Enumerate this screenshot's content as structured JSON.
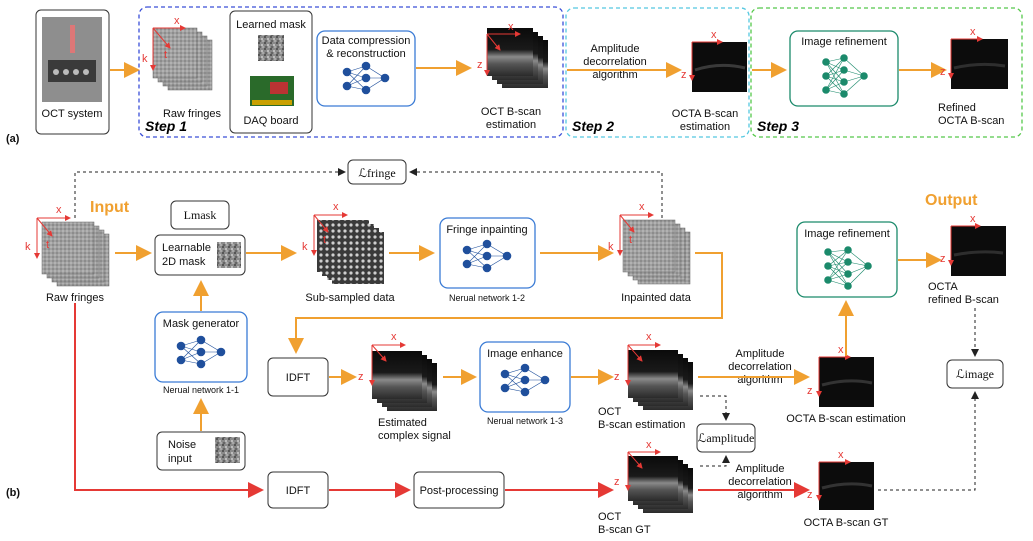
{
  "part_a": {
    "label": "(a)",
    "oct_system": "OCT system",
    "raw_fringes": "Raw fringes",
    "learned_mask": "Learned mask",
    "daq_board": "DAQ board",
    "data_compression_line1": "Data compression",
    "data_compression_line2": "& reconstruction",
    "oct_bscan_est_line1": "OCT B-scan",
    "oct_bscan_est_line2": "estimation",
    "amp_line1": "Amplitude",
    "amp_line2": "decorrelation",
    "amp_line3": "algorithm",
    "octa_bscan_est_line1": "OCTA B-scan",
    "octa_bscan_est_line2": "estimation",
    "image_refinement": "Image refinement",
    "refined_line1": "Refined",
    "refined_line2": "OCTA B-scan",
    "step1": "Step 1",
    "step2": "Step 2",
    "step3": "Step 3"
  },
  "part_b": {
    "label": "(b)",
    "input": "Input",
    "output": "Output",
    "raw_fringes": "Raw fringes",
    "lmask": "Lmask",
    "learnable_line1": "Learnable",
    "learnable_line2": "2D mask",
    "subsampled": "Sub-sampled data",
    "fringe_inpainting": "Fringe inpainting",
    "nn12": "Nerual network 1-2",
    "inpainted": "Inpainted data",
    "lfringe": "ℒfringe",
    "image_refinement": "Image refinement",
    "octa_refined_line1": "OCTA",
    "octa_refined_line2": "refined B-scan",
    "mask_generator": "Mask generator",
    "nn11": "Nerual network 1-1",
    "noise_line1": "Noise",
    "noise_line2": "input",
    "idft": "IDFT",
    "est_complex_line1": "Estimated",
    "est_complex_line2": "complex signal",
    "image_enhance": "Image enhance",
    "nn13": "Nerual network 1-3",
    "oct_bscan_est_line1": "OCT",
    "oct_bscan_est_line2": "B-scan estimation",
    "amp_line1": "Amplitude",
    "amp_line2": "decorrelation",
    "amp_line3": "algorithm",
    "octa_bscan_est": "OCTA B-scan estimation",
    "lamplitude": "ℒamplitude",
    "limage": "ℒimage",
    "idft2": "IDFT",
    "post_processing": "Post-processing",
    "oct_gt_line1": "OCT",
    "oct_gt_line2": "B-scan GT",
    "amp2_line1": "Amplitude",
    "amp2_line2": "decorrelation",
    "amp2_line3": "algorithm",
    "octa_gt": "OCTA B-scan GT"
  },
  "axes": {
    "x": "x",
    "t": "t",
    "k": "k",
    "z": "z"
  },
  "colors": {
    "orange": "#f0a030",
    "red": "#e53935",
    "step1_border": "#3a4fd8",
    "step2_border": "#55c8e0",
    "step3_border": "#55c84a",
    "nn_blue": "#1f4f9c",
    "nn_green": "#1b8a6b"
  }
}
